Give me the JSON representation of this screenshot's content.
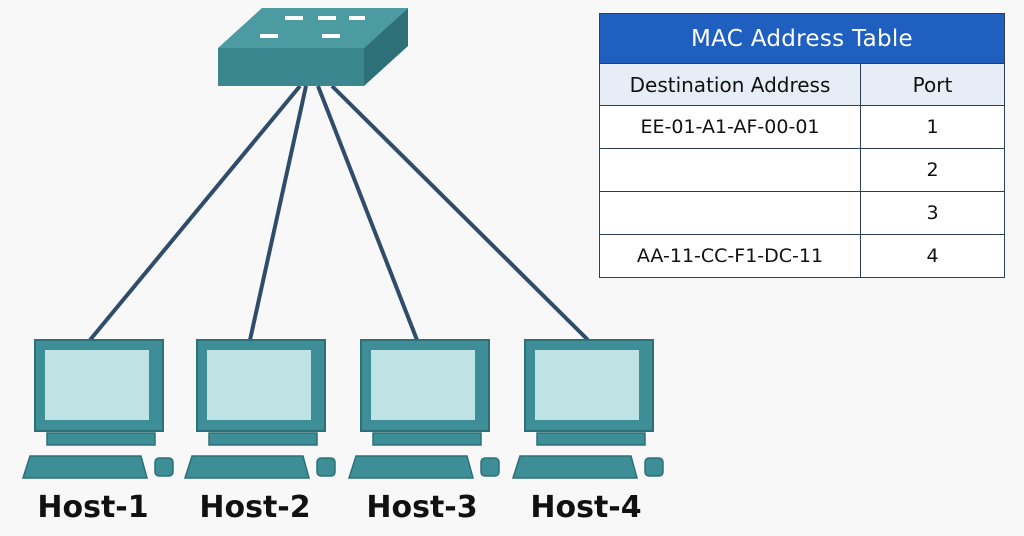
{
  "colors": {
    "device": "#3d8e96",
    "device_dark": "#2d7078",
    "screen": "#bfe2e5",
    "cable": "#2f4d6b",
    "table_header": "#1f5fbf"
  },
  "icons": {
    "switch": "network-switch-icon",
    "host": "desktop-computer-icon"
  },
  "hosts": [
    {
      "label": "Host-1"
    },
    {
      "label": "Host-2"
    },
    {
      "label": "Host-3"
    },
    {
      "label": "Host-4"
    }
  ],
  "mac_table": {
    "title": "MAC Address Table",
    "columns": [
      "Destination Address",
      "Port"
    ],
    "rows": [
      {
        "address": "EE-01-A1-AF-00-01",
        "port": "1"
      },
      {
        "address": "",
        "port": "2"
      },
      {
        "address": "",
        "port": "3"
      },
      {
        "address": "AA-11-CC-F1-DC-11",
        "port": "4"
      }
    ]
  }
}
